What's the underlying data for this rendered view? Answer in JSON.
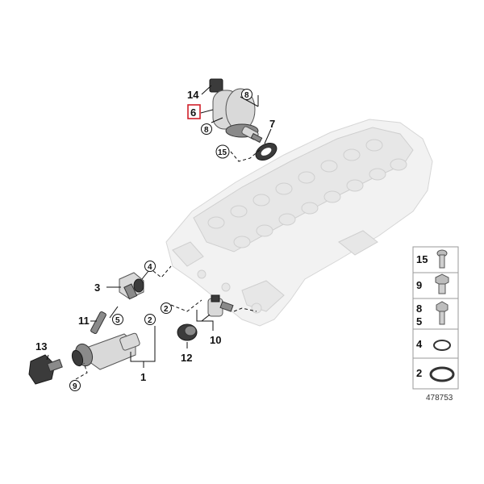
{
  "labels": {
    "p14": "14",
    "p6": "6",
    "p8a": "8",
    "p8b": "8",
    "p7": "7",
    "p15": "15",
    "p4": "4",
    "p3": "3",
    "p11": "11",
    "p5": "5",
    "p2a": "2",
    "p2b": "2",
    "p13": "13",
    "p9": "9",
    "p1": "1",
    "p12": "12",
    "p10": "10"
  },
  "legend": {
    "rows": [
      {
        "labels": [
          "15"
        ]
      },
      {
        "labels": [
          "9"
        ]
      },
      {
        "labels": [
          "8",
          "5"
        ]
      },
      {
        "labels": [
          "4"
        ]
      },
      {
        "labels": [
          "2"
        ]
      }
    ],
    "reference": "478753"
  },
  "colors": {
    "highlight": "#d0202a",
    "ink": "#111111"
  }
}
